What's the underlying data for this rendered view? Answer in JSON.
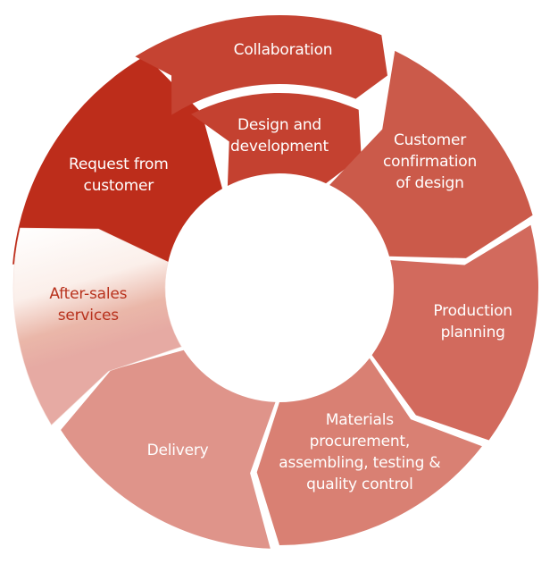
{
  "diagram": {
    "type": "cycle",
    "title": "",
    "steps": [
      {
        "id": "request",
        "label": "Request from\ncustomer",
        "color": "#bd2d1b"
      },
      {
        "id": "collaboration",
        "label": "Collaboration",
        "color": "#c54332"
      },
      {
        "id": "design",
        "label": "Design and\ndevelopment",
        "color": "#c44130"
      },
      {
        "id": "confirmation",
        "label": "Customer\nconfirmation\nof design",
        "color": "#cb5a4a"
      },
      {
        "id": "planning",
        "label": "Production\nplanning",
        "color": "#d26a5d"
      },
      {
        "id": "materials",
        "label": "Materials\nprocurement,\nassembling, testing &\nquality control",
        "color": "#d98073"
      },
      {
        "id": "delivery",
        "label": "Delivery",
        "color": "#df948a"
      },
      {
        "id": "aftersales",
        "label": "After-sales\nservices",
        "color": "#e6aaa3",
        "fade_to": "#ffffff",
        "label_color": "#b8321d"
      }
    ]
  }
}
